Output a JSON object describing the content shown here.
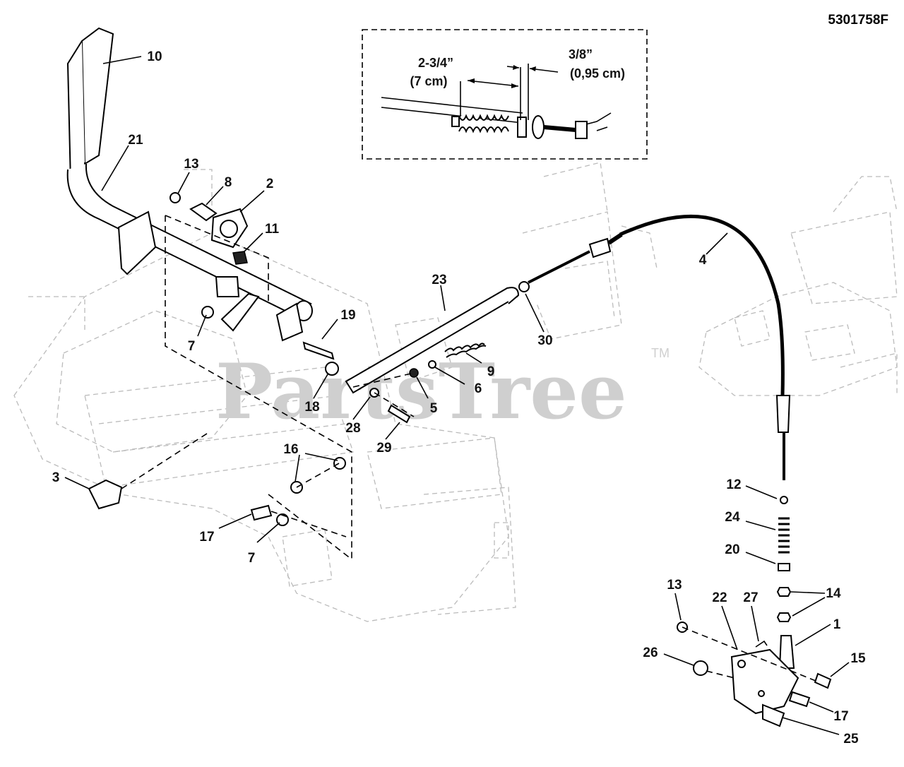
{
  "diagram_code": "5301758F",
  "watermark": "PartsTree",
  "trademark": "TM",
  "inset": {
    "dim_length_1": "2-3/4”",
    "dim_length_2": "(7 cm)",
    "dim_gap_1": "3/8”",
    "dim_gap_2": "(0,95 cm)"
  },
  "callouts": [
    "10",
    "21",
    "13",
    "8",
    "2",
    "11",
    "19",
    "7",
    "23",
    "30",
    "4",
    "9",
    "6",
    "5",
    "18",
    "28",
    "29",
    "3",
    "16",
    "17",
    "7",
    "12",
    "24",
    "20",
    "13",
    "22",
    "27",
    "14",
    "1",
    "15",
    "26",
    "17",
    "25"
  ]
}
